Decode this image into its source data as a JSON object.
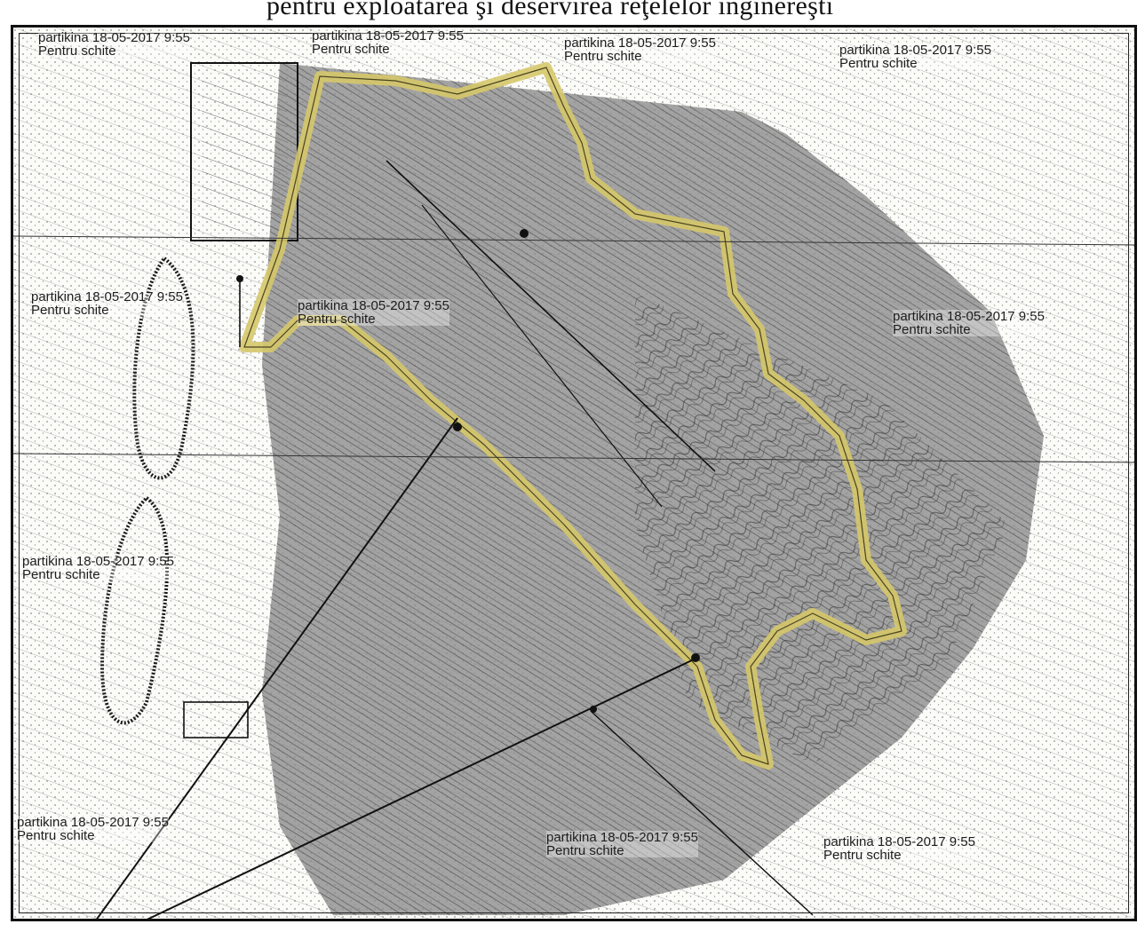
{
  "caption": "pentru exploatarea şi deservirea reţelelor inginereşti",
  "stamps": [
    {
      "line1": "partikina 18-05-2017 9:55",
      "line2": "Pentru schite"
    },
    {
      "line1": "partikina 18-05-2017 9:55",
      "line2": "Pentru schite"
    },
    {
      "line1": "partikina 18-05-2017 9:55",
      "line2": "Pentru schite"
    },
    {
      "line1": "partikina 18-05-2017 9:55",
      "line2": "Pentru schite"
    },
    {
      "line1": "partikina 18-05-2017 9:55",
      "line2": "Pentru schite"
    },
    {
      "line1": "partikina 18-05-2017 9:55",
      "line2": "Pentru schite"
    },
    {
      "line1": "partikina 18-05-2017 9:55",
      "line2": "Pentru schite"
    },
    {
      "line1": "partikina 18-05-2017 9:55",
      "line2": "Pentru schite"
    },
    {
      "line1": "partikina 18-05-2017 9:55",
      "line2": "Pentru schite"
    },
    {
      "line1": "partikina 18-05-2017 9:55",
      "line2": "Pentru schite"
    },
    {
      "line1": "partikina 18-05-2017 9:55",
      "line2": "Pentru schite"
    }
  ],
  "colors": {
    "parcel_border": "#d6c86a",
    "shaded_area": "#8a8a8a",
    "contour": "#2a2a2a",
    "paper": "#fbfbf8"
  }
}
